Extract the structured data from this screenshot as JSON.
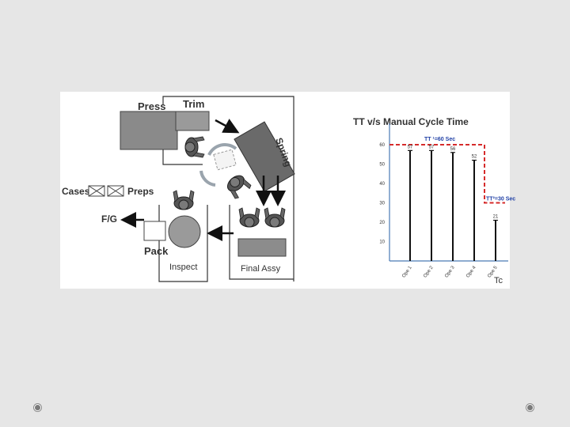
{
  "layout": {
    "labels": {
      "press": "Press",
      "trim": "Trim",
      "spring": "Spring",
      "cases": "Cases",
      "preps": "Preps",
      "fg": "F/G",
      "pack": "Pack",
      "inspect": "Inspect",
      "final_assy": "Final Assy"
    }
  },
  "chart_data": {
    "type": "bar",
    "title": "TT v/s Manual Cycle Time",
    "categories": [
      "Ope 1",
      "Ope 2",
      "Ope 3",
      "Ope 4",
      "Ope 5"
    ],
    "values": [
      57,
      57,
      56,
      52,
      21
    ],
    "ylim": [
      0,
      70
    ],
    "yticks": [
      10,
      20,
      30,
      40,
      50,
      60
    ],
    "takt_lines": [
      {
        "label": "TT ¹=60  Sec",
        "value": 60,
        "applies_to": [
          "Ope 1",
          "Ope 2",
          "Ope 3",
          "Ope 4"
        ]
      },
      {
        "label": "TT²=30  Sec",
        "value": 30,
        "applies_to": [
          "Ope 5"
        ]
      }
    ],
    "corner_label": "Tc",
    "colors": {
      "takt": "#d62b2b",
      "takt_label": "#1f3fa5",
      "axis": "#4a7ab5",
      "bar": "#111111"
    },
    "grid": false
  }
}
